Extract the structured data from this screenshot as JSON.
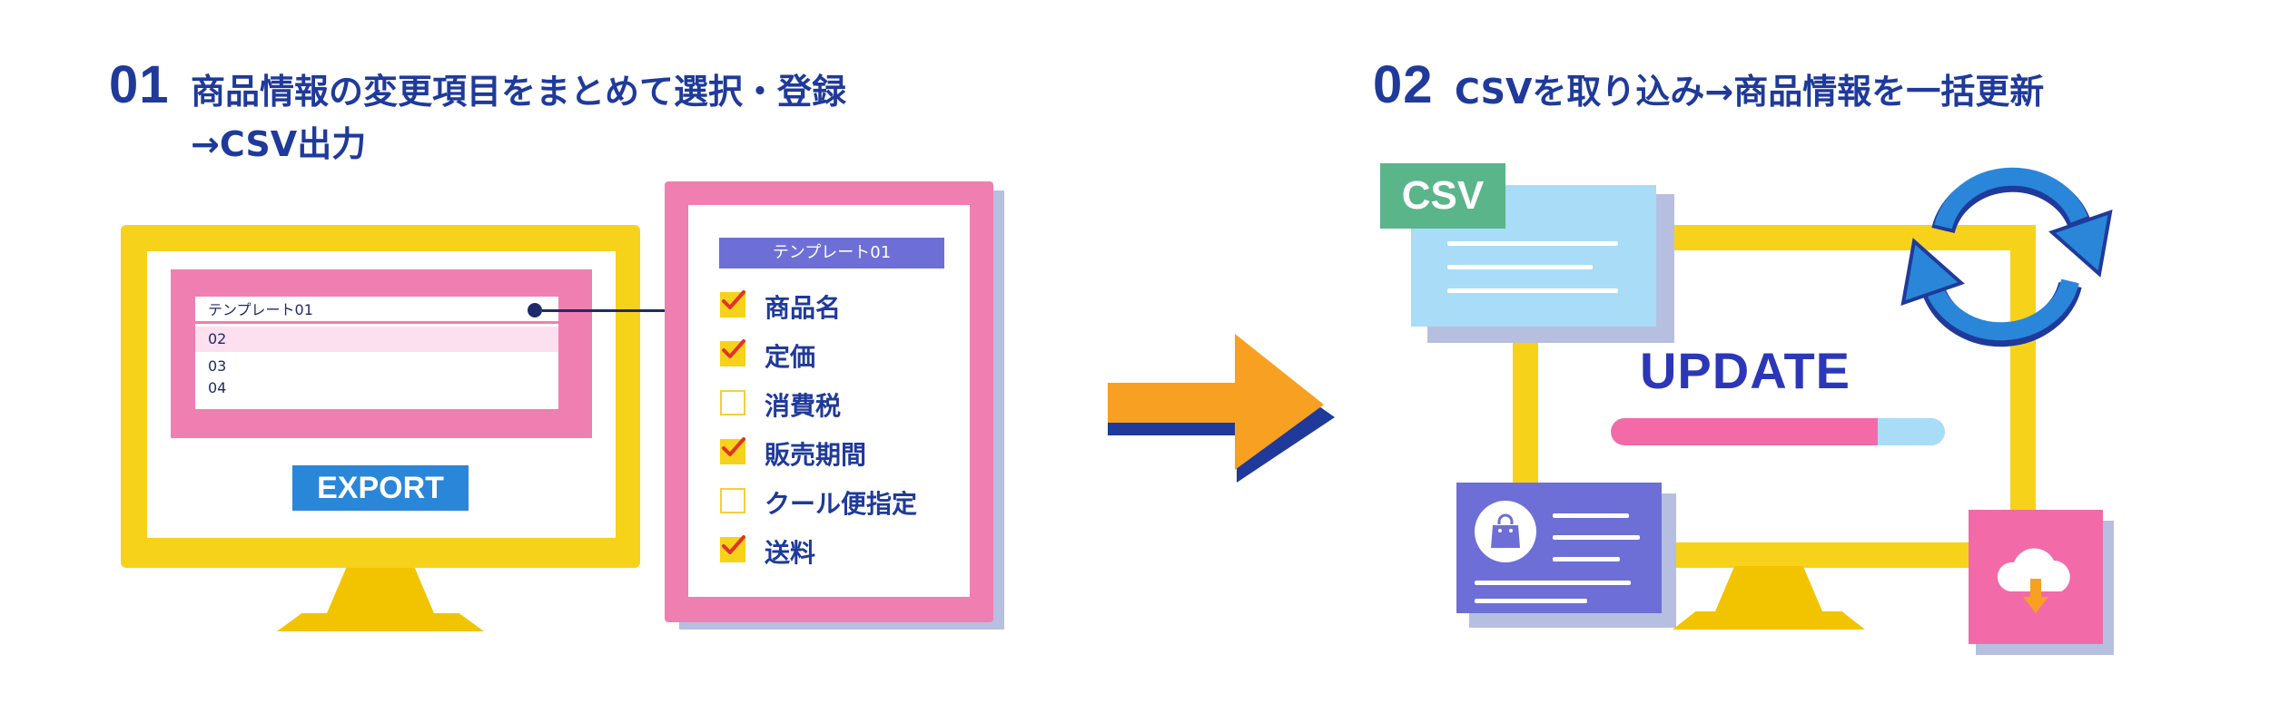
{
  "step1": {
    "number": "01",
    "title_line1": "商品情報の変更項目をまとめて選択・登録",
    "title_line2": "→CSV出力"
  },
  "step2": {
    "number": "02",
    "title": "CSVを取り込み→商品情報を一括更新"
  },
  "monitor1": {
    "template_list": {
      "selected": "テンプレート01",
      "items": [
        "02",
        "03",
        "04"
      ]
    },
    "export_label": "EXPORT"
  },
  "template_panel": {
    "header": "テンプレート01",
    "fields": [
      {
        "label": "商品名",
        "checked": true
      },
      {
        "label": "定価",
        "checked": true
      },
      {
        "label": "消費税",
        "checked": false
      },
      {
        "label": "販売期間",
        "checked": true
      },
      {
        "label": "クール便指定",
        "checked": false
      },
      {
        "label": "送料",
        "checked": true
      }
    ]
  },
  "monitor2": {
    "csv_tag": "CSV",
    "update_label": "UPDATE",
    "progress": 0.8,
    "icons": [
      "sync-icon",
      "shopping-bag-icon",
      "cloud-download-icon"
    ]
  },
  "colors": {
    "navy": "#1f3a9a",
    "yellow": "#f7d21a",
    "pink": "#f07fb1",
    "purple": "#6d6fd6",
    "blue": "#2a86d9",
    "light_blue": "#a9dcf6",
    "green": "#5bb58a",
    "orange": "#f7a021"
  }
}
